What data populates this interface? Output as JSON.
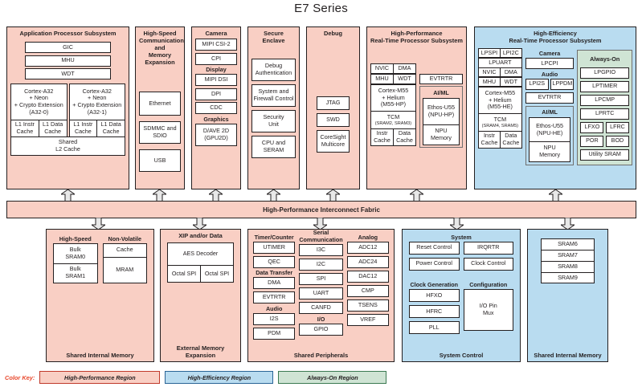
{
  "title": "E7 Series",
  "fabric": {
    "label": "High-Performance Interconnect Fabric"
  },
  "top_panels": {
    "aps": {
      "title": "Application Processor Subsystem",
      "items": [
        "GIC",
        "MHU",
        "WDT"
      ],
      "core0": {
        "name": "Cortex-A32\n+ Neon\n+ Crypto Extension\n(A32-0)",
        "l1i": "L1 Instr\nCache",
        "l1d": "L1 Data\nCache"
      },
      "core1": {
        "name": "Cortex-A32\n+ Neon\n+ Crypto Extension\n(A32-1)",
        "l1i": "L1 Instr\nCache",
        "l1d": "L1 Data\nCache"
      },
      "l2": "Shared\nL2 Cache"
    },
    "hs_comm": {
      "title": "High-Speed\nCommunication and\nMemory Expansion",
      "items": [
        "Ethernet",
        "SDMMC and\nSDIO",
        "USB"
      ]
    },
    "camera": {
      "title": "Camera",
      "items": [
        "MIPI CSI-2",
        "CPI"
      ],
      "display_head": "Display",
      "display_items": [
        "MIPI DSI",
        "DPI",
        "CDC"
      ],
      "graphics_head": "Graphics",
      "graphics_items": [
        "D/AVE 2D\n(GPU2D)"
      ]
    },
    "secure": {
      "title": "Secure\nEnclave",
      "items": [
        "Debug\nAuthentication",
        "System and\nFirewall Control",
        "Security\nUnit",
        "CPU and\nSERAM"
      ]
    },
    "debug": {
      "title": "Debug",
      "items": [
        "JTAG",
        "SWD",
        "CoreSight\nMulticore"
      ]
    },
    "hp_rt": {
      "title": "High-Performance\nReal-Time Processor Subsystem",
      "nvic": "NVIC",
      "dma": "DMA",
      "mhu": "MHU",
      "wdt": "WDT",
      "core": "Cortex-M55\n+ Helium\n(M55-HP)",
      "tcm": "TCM",
      "tcm_sub": "(SRAM2, SRAM3)",
      "icache": "Instr\nCache",
      "dcache": "Data\nCache",
      "evtrtr": "EVTRTR",
      "aiml_title": "AI/ML",
      "npu": "Ethos-U55\n(NPU-HP)",
      "npu_mem": "NPU\nMemory"
    },
    "he_rt": {
      "title": "High-Efficiency\nReal-Time Processor Subsystem",
      "lpspi": "LPSPI",
      "lpi2c": "LPI2C",
      "lpuart": "LPUART",
      "nvic": "NVIC",
      "dma": "DMA",
      "mhu": "MHU",
      "wdt": "WDT",
      "core": "Cortex-M55\n+ Helium\n(M55-HE)",
      "tcm": "TCM",
      "tcm_sub": "(SRAM4, SRAM5)",
      "icache": "Instr\nCache",
      "dcache": "Data\nCache",
      "camera_head": "Camera",
      "lpcpi": "LPCPI",
      "audio_head": "Audio",
      "lpi2s": "LPI2S",
      "lppdm": "LPPDM",
      "evtrtr": "EVTRTR",
      "aiml_title": "AI/ML",
      "npu": "Ethos-U55\n(NPU-HE)",
      "npu_mem": "NPU\nMemory",
      "always_on": {
        "title": "Always-On",
        "items": [
          "LPGPIO",
          "LPTIMER",
          "LPCMP",
          "LPRTC"
        ],
        "pairs": [
          [
            "LFXO",
            "LFRC"
          ],
          [
            "POR",
            "BOD"
          ]
        ],
        "last": "Utility SRAM"
      }
    }
  },
  "bottom_panels": {
    "shared_mem": {
      "footer": "Shared Internal Memory",
      "hs_head": "High-Speed",
      "hs_items": [
        "Bulk\nSRAM0",
        "Bulk\nSRAM1"
      ],
      "nv_head": "Non-Volatile",
      "nv_items": [
        "Cache",
        "MRAM"
      ]
    },
    "ext_mem": {
      "title": "XIP and/or Data",
      "aes": "AES Decoder",
      "spi": [
        "Octal SPI",
        "Octal SPI"
      ],
      "footer": "External Memory\nExpansion"
    },
    "peripherals": {
      "footer": "Shared Peripherals",
      "timer_head": "Timer/Counter",
      "timer_items": [
        "UTIMER",
        "QEC"
      ],
      "data_head": "Data Transfer",
      "data_items": [
        "DMA",
        "EVTRTR"
      ],
      "audio_head": "Audio",
      "audio_items": [
        "I2S",
        "PDM"
      ],
      "serial_head": "Serial\nCommunication",
      "serial_items": [
        "I3C",
        "I2C",
        "SPI",
        "UART",
        "CANFD"
      ],
      "io_head": "I/O",
      "io_items": [
        "GPIO"
      ],
      "analog_head": "Analog",
      "analog_items": [
        "ADC12",
        "ADC24",
        "DAC12",
        "CMP",
        "TSENS",
        "VREF"
      ]
    },
    "sys_control": {
      "footer": "System Control",
      "system_head": "System",
      "system_items": [
        [
          "Reset Control",
          "IRQRTR"
        ],
        [
          "Power Control",
          "Clock Control"
        ]
      ],
      "clockgen_head": "Clock Generation",
      "clockgen_items": [
        "HFXO",
        "HFRC",
        "PLL"
      ],
      "config_head": "Configuration",
      "config_item": "I/O Pin\nMux"
    },
    "shared_mem2": {
      "footer": "Shared Internal Memory",
      "items": [
        "SRAM6",
        "SRAM7",
        "SRAM8",
        "SRAM9"
      ]
    }
  },
  "color_key": {
    "label": "Color Key:",
    "hp": "High-Performance Region",
    "he": "High-Efficiency Region",
    "ao": "Always-On Region"
  },
  "colors": {
    "high_performance": "#f9cfc4",
    "high_efficiency": "#b9dcf0",
    "always_on": "#cfe4d4",
    "outline": "#231f20"
  }
}
